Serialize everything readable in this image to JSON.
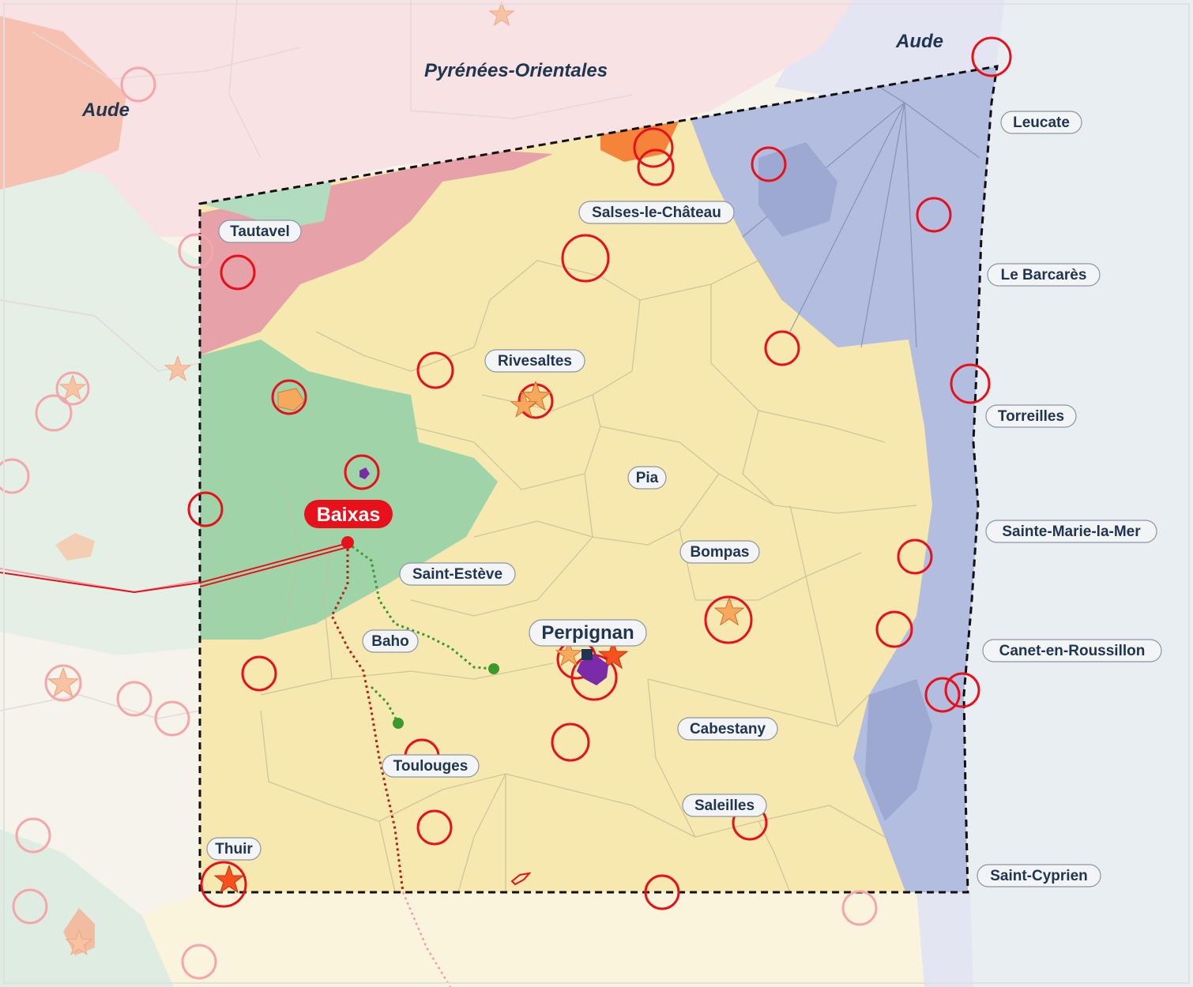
{
  "regions": [
    {
      "name": "Pyrénées-Orientales"
    },
    {
      "name": "Aude"
    },
    {
      "name": "Aude"
    }
  ],
  "towns": [
    {
      "name": "Tautavel"
    },
    {
      "name": "Salses-le-Château"
    },
    {
      "name": "Leucate"
    },
    {
      "name": "Le Barcarès"
    },
    {
      "name": "Rivesaltes"
    },
    {
      "name": "Torreilles"
    },
    {
      "name": "Pia"
    },
    {
      "name": "Sainte-Marie-la-Mer"
    },
    {
      "name": "Bompas"
    },
    {
      "name": "Saint-Estève"
    },
    {
      "name": "Perpignan"
    },
    {
      "name": "Baho"
    },
    {
      "name": "Canet-en-Roussillon"
    },
    {
      "name": "Cabestany"
    },
    {
      "name": "Toulouges"
    },
    {
      "name": "Saleilles"
    },
    {
      "name": "Thuir"
    },
    {
      "name": "Saint-Cyprien"
    }
  ],
  "highlight": {
    "name": "Baixas",
    "color": "#e8101a"
  },
  "colors": {
    "study_area": "#f7e8b0",
    "green_zone": "#8fd0a8",
    "red_zone": "#eaa5ab",
    "lagoon": "#b2bde0",
    "sea": "#e9eef3",
    "ring": "#e8101a",
    "route_green": "#3a9a2a",
    "route_red": "#b22414",
    "star_orange": "#f6a95c",
    "star_red": "#f4511e",
    "purple": "#7b2aa8"
  },
  "icons": [
    "star-icon",
    "ring-marker-icon",
    "point-marker-icon",
    "square-marker-icon"
  ]
}
